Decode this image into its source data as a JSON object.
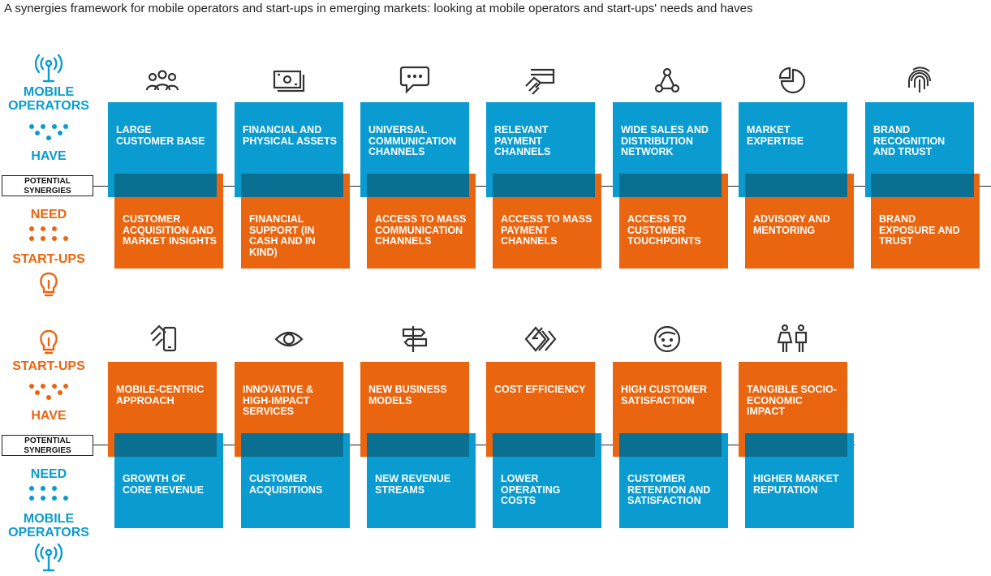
{
  "title": "A synergies framework for mobile operators and start-ups in emerging markets: looking at mobile operators and start-ups' needs and haves",
  "colors": {
    "blue": "#0a9bd0",
    "orange": "#ea6510",
    "overlap": "#0b6f91"
  },
  "section1": {
    "top_label": "MOBILE OPERATORS",
    "have_label": "HAVE",
    "synergy_label": "POTENTIAL SYNERGIES",
    "need_label": "NEED",
    "bottom_label": "START-UPS",
    "columns": [
      {
        "icon": "people-group-icon",
        "have": "LARGE CUSTOMER BASE",
        "need": "CUSTOMER ACQUISITION AND MARKET INSIGHTS"
      },
      {
        "icon": "banknote-icon",
        "have": "FINANCIAL AND PHYSICAL ASSETS",
        "need": "FINANCIAL SUPPORT (IN CASH AND IN KIND)"
      },
      {
        "icon": "chat-bubble-icon",
        "have": "UNIVERSAL COMMUNICATION CHANNELS",
        "need": "ACCESS TO MASS COMMUNICATION CHANNELS"
      },
      {
        "icon": "card-payment-icon",
        "have": "RELEVANT PAYMENT CHANNELS",
        "need": "ACCESS TO MASS PAYMENT CHANNELS"
      },
      {
        "icon": "network-nodes-icon",
        "have": "WIDE SALES AND DISTRIBUTION NETWORK",
        "need": "ACCESS TO CUSTOMER TOUCHPOINTS"
      },
      {
        "icon": "pie-chart-icon",
        "have": "MARKET EXPERTISE",
        "need": "ADVISORY AND MENTORING"
      },
      {
        "icon": "fingerprint-icon",
        "have": "BRAND RECOGNITION AND TRUST",
        "need": "BRAND EXPOSURE AND TRUST"
      }
    ]
  },
  "section2": {
    "top_label": "START-UPS",
    "have_label": "HAVE",
    "synergy_label": "POTENTIAL SYNERGIES",
    "need_label": "NEED",
    "bottom_label": "MOBILE OPERATORS",
    "columns": [
      {
        "icon": "mobile-devices-icon",
        "have": "MOBILE-CENTRIC APPROACH",
        "need": "GROWTH OF CORE REVENUE"
      },
      {
        "icon": "eye-icon",
        "have": "INNOVATIVE & HIGH-IMPACT SERVICES",
        "need": "CUSTOMER ACQUISITIONS"
      },
      {
        "icon": "signpost-icon",
        "have": "NEW BUSINESS MODELS",
        "need": "NEW REVENUE STREAMS"
      },
      {
        "icon": "cash-stack-icon",
        "have": "COST EFFICIENCY",
        "need": "LOWER OPERATING COSTS"
      },
      {
        "icon": "smiling-face-icon",
        "have": "HIGH CUSTOMER SATISFACTION",
        "need": "CUSTOMER RETENTION AND SATISFACTION"
      },
      {
        "icon": "woman-man-icon",
        "have": "TANGIBLE SOCIO-ECONOMIC IMPACT",
        "need": "HIGHER MARKET REPUTATION"
      }
    ]
  }
}
